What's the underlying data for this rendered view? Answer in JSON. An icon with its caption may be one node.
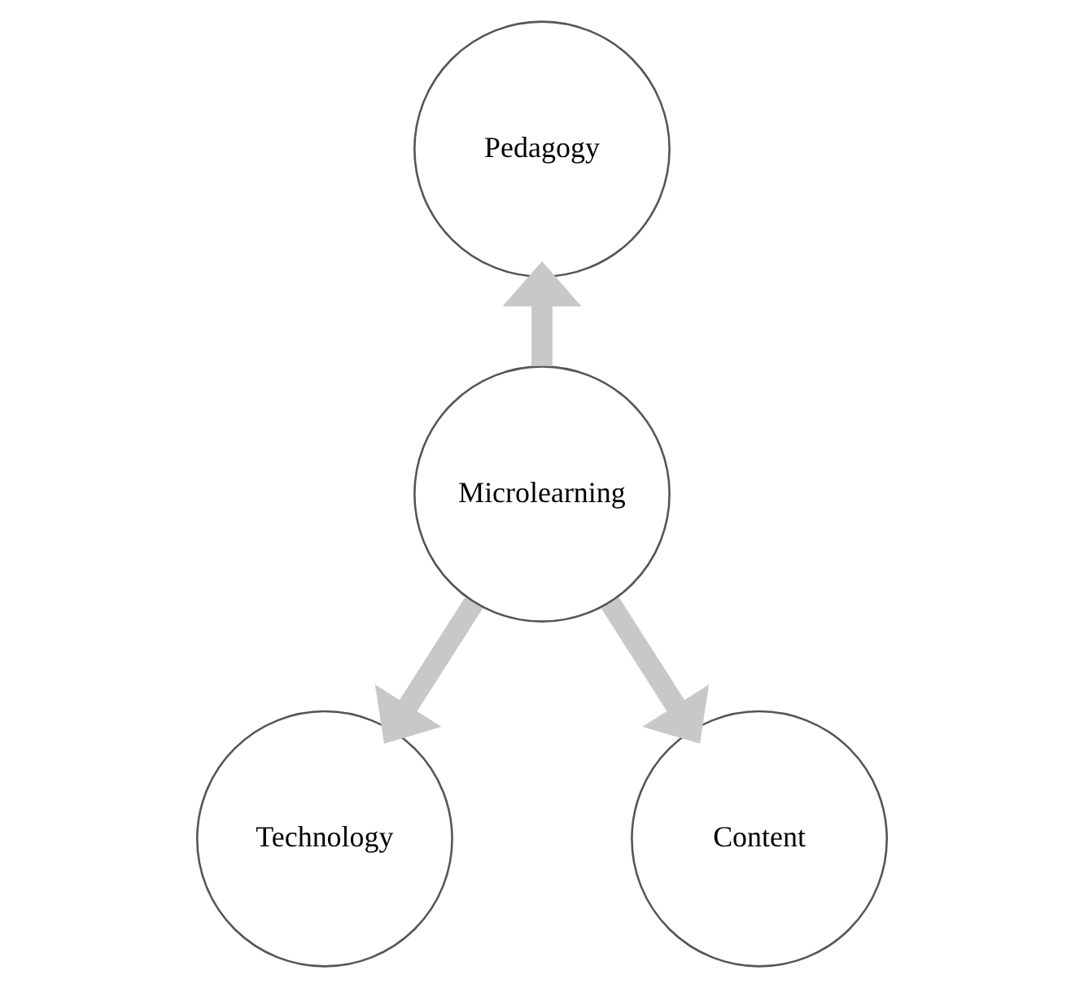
{
  "diagram": {
    "nodes": [
      {
        "text": [
          "Pedagogy"
        ]
      },
      {
        "text": [
          "Microlearning"
        ]
      },
      {
        "text": [
          "Technology"
        ]
      },
      {
        "text": [
          "Content"
        ]
      }
    ],
    "edges": [
      {
        "from": 1,
        "to": 0,
        "arrow": "to"
      },
      {
        "from": 1,
        "to": 2,
        "arrow": "to"
      },
      {
        "from": 1,
        "to": 3,
        "arrow": "to"
      }
    ]
  }
}
